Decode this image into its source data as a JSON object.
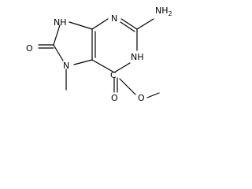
{
  "molecule": {
    "atom_labels": {
      "nh2": "NH",
      "nh2_subscript": "2",
      "n_top": "N",
      "nh_upper_left": "NH",
      "o_left": "O",
      "n_methyl": "N",
      "nh_right": "NH",
      "c_center": "C",
      "o_bottom": "O",
      "o_ester": "O"
    },
    "colors": {
      "bond": "#000000",
      "text": "#000000",
      "background": "#ffffff"
    }
  }
}
